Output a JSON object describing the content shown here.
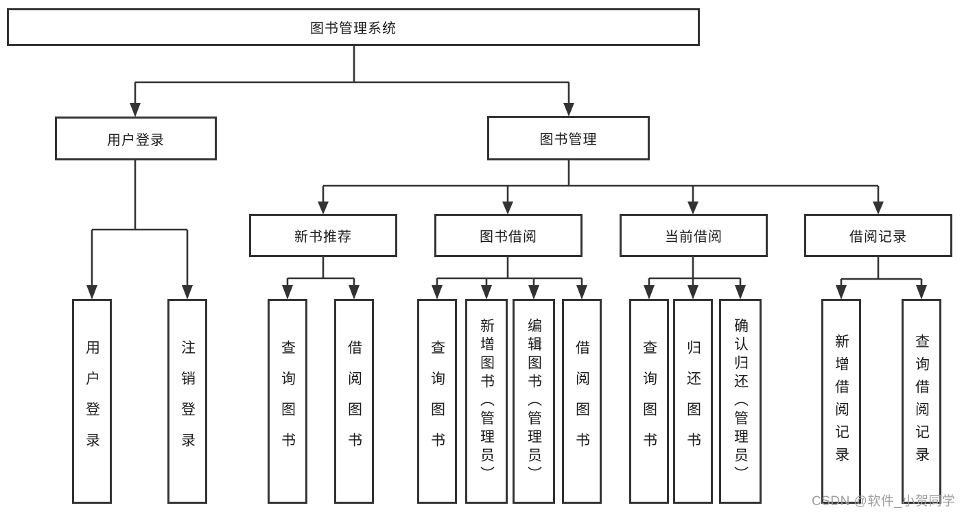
{
  "tree": {
    "root": "图书管理系统",
    "children": [
      {
        "label": "用户登录",
        "children": [
          "用户登录",
          "注销登录"
        ]
      },
      {
        "label": "图书管理",
        "children": [
          {
            "label": "新书推荐",
            "children": [
              "查询图书",
              "借阅图书"
            ]
          },
          {
            "label": "图书借阅",
            "children": [
              "查询图书",
              "新增图书（管理员）",
              "编辑图书（管理员）",
              "借阅图书"
            ]
          },
          {
            "label": "当前借阅",
            "children": [
              "查询图书",
              "归还图书",
              "确认归还（管理员）"
            ]
          },
          {
            "label": "借阅记录",
            "children": [
              "新增借阅记录",
              "查询借阅记录"
            ]
          }
        ]
      }
    ]
  },
  "watermark": {
    "text": "CSDN @软件_小贺同学"
  },
  "colors": {
    "line": "#333333",
    "box_border": "#333333",
    "text": "#1c1c1c",
    "watermark": "#9e9e9e",
    "background": "#ffffff"
  }
}
